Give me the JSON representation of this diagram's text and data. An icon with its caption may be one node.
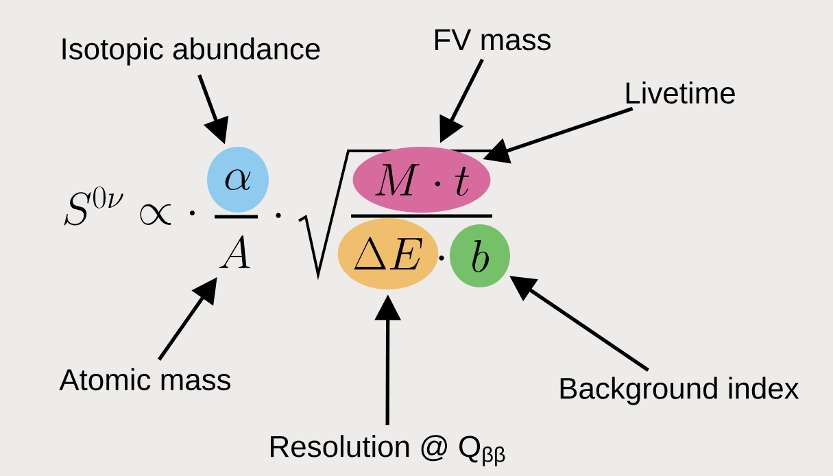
{
  "diagram": {
    "nodes": [
      {
        "text": [
          "Isotopic abundance"
        ]
      },
      {
        "text": [
          "FV mass"
        ]
      },
      {
        "text": [
          "Livetime"
        ]
      },
      {
        "text": [
          "\\alpha"
        ]
      },
      {
        "text": [
          "M \\cdot t"
        ]
      },
      {
        "text": [
          "A"
        ]
      },
      {
        "text": [
          "\\Delta E"
        ]
      },
      {
        "text": [
          "b"
        ]
      },
      {
        "text": [
          "Atomic mass"
        ]
      },
      {
        "text": [
          "Background index"
        ]
      },
      {
        "text": [
          "Resolution @ Q$_{ββ}$"
        ]
      }
    ],
    "edges": [
      {
        "from": 0,
        "to": 3,
        "arrow": "to"
      },
      {
        "from": 1,
        "to": 4,
        "arrow": "to"
      },
      {
        "from": 2,
        "to": 4,
        "arrow": "to"
      },
      {
        "from": 8,
        "to": 5,
        "arrow": "to"
      },
      {
        "from": 10,
        "to": 6,
        "arrow": "to"
      },
      {
        "from": 9,
        "to": 7,
        "arrow": "to"
      }
    ],
    "labels": [
      "S^{0\\nu} \\propto \\cdot",
      "\\cdot",
      "\\cdot"
    ]
  }
}
